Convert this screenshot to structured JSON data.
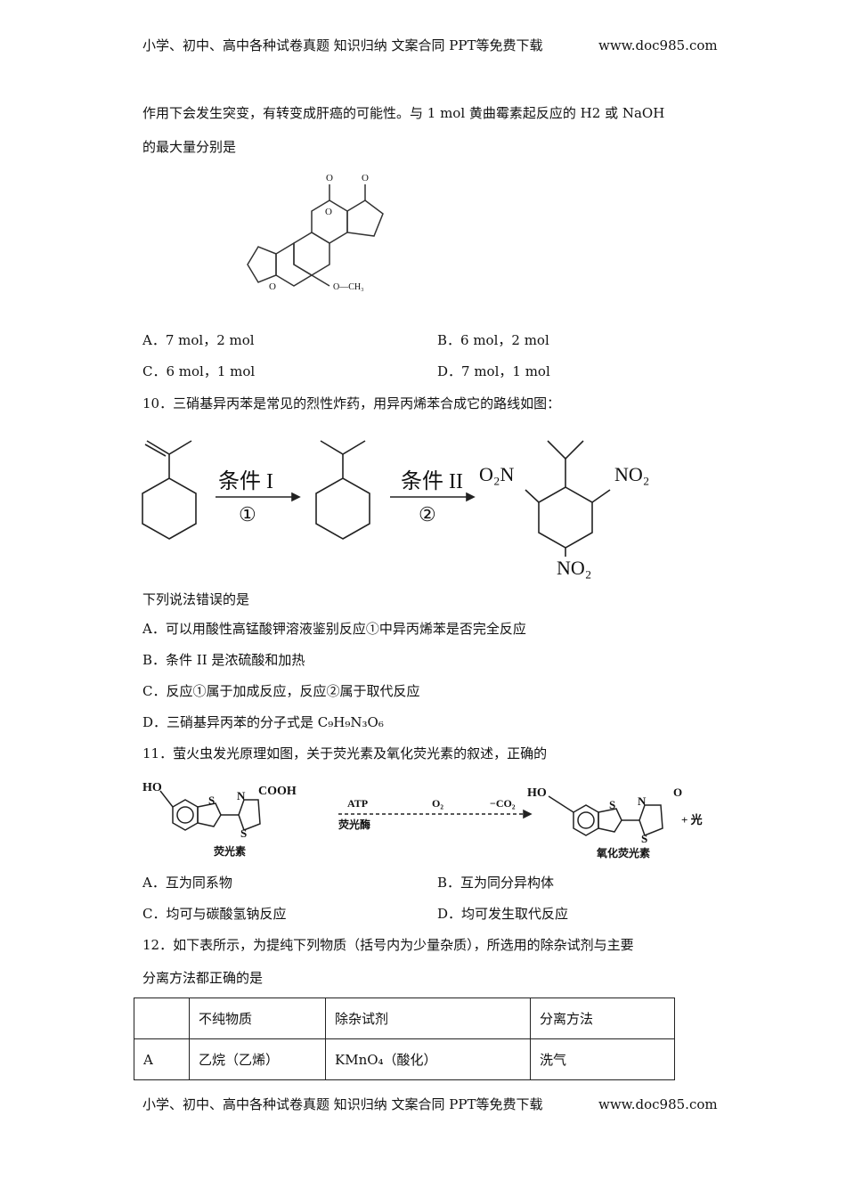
{
  "header": {
    "left": "小学、初中、高中各种试卷真题  知识归纳  文案合同  PPT等免费下载",
    "right": "www.doc985.com"
  },
  "footer": {
    "left": "小学、初中、高中各种试卷真题  知识归纳  文案合同  PPT等免费下载",
    "right": "www.doc985.com"
  },
  "q9": {
    "line1": "作用下会发生突变，有转变成肝癌的可能性。与 1 mol 黄曲霉素起反应的 H2 或 NaOH",
    "line2": "的最大量分别是",
    "struct_labels": {
      "o1": "O",
      "o2": "O",
      "o3": "O",
      "o4": "O",
      "ome": "O—CH₃"
    },
    "options": [
      "A．7 mol，2 mol",
      "B．6 mol，2 mol",
      "C．6 mol，1 mol",
      "D．7 mol，1 mol"
    ]
  },
  "q10": {
    "stem": "10．三硝基异丙苯是常见的烈性炸药，用异丙烯苯合成它的路线如图：",
    "scheme": {
      "cond1": "条件 I",
      "step1": "①",
      "cond2": "条件 II",
      "step2": "②",
      "left_no2": "O₂N",
      "right_no2": "NO₂",
      "bottom_no2": "NO₂"
    },
    "prompt": "下列说法错误的是",
    "options": [
      "A．可以用酸性高锰酸钾溶液鉴别反应①中异丙烯苯是否完全反应",
      "B．条件 II 是浓硫酸和加热",
      "C．反应①属于加成反应，反应②属于取代反应",
      "D．三硝基异丙苯的分子式是 C₉H₉N₃O₆"
    ]
  },
  "q11": {
    "stem": "11．萤火虫发光原理如图，关于荧光素及氧化荧光素的叙述，正确的",
    "scheme": {
      "ho1": "HO",
      "s1": "S",
      "n1": "N",
      "cooh": "COOH",
      "s2": "S",
      "name1": "荧光素",
      "atp": "ATP",
      "enzyme": "荧光酶",
      "o2": "O₂",
      "co2": "−CO₂",
      "ho2": "HO",
      "s3": "S",
      "n2": "N",
      "o": "O",
      "s4": "S",
      "plus_light": "+ 光",
      "name2": "氧化荧光素"
    },
    "options": [
      "A．互为同系物",
      "B．互为同分异构体",
      "C．均可与碳酸氢钠反应",
      "D．均可发生取代反应"
    ]
  },
  "q12": {
    "stem1": "12．如下表所示，为提纯下列物质（括号内为少量杂质），所选用的除杂试剂与主要",
    "stem2": "分离方法都正确的是",
    "table": {
      "headers": [
        "",
        "不纯物质",
        "除杂试剂",
        "分离方法"
      ],
      "rows": [
        [
          "A",
          "乙烷（乙烯）",
          "KMnO₄（酸化）",
          "洗气"
        ]
      ]
    }
  }
}
